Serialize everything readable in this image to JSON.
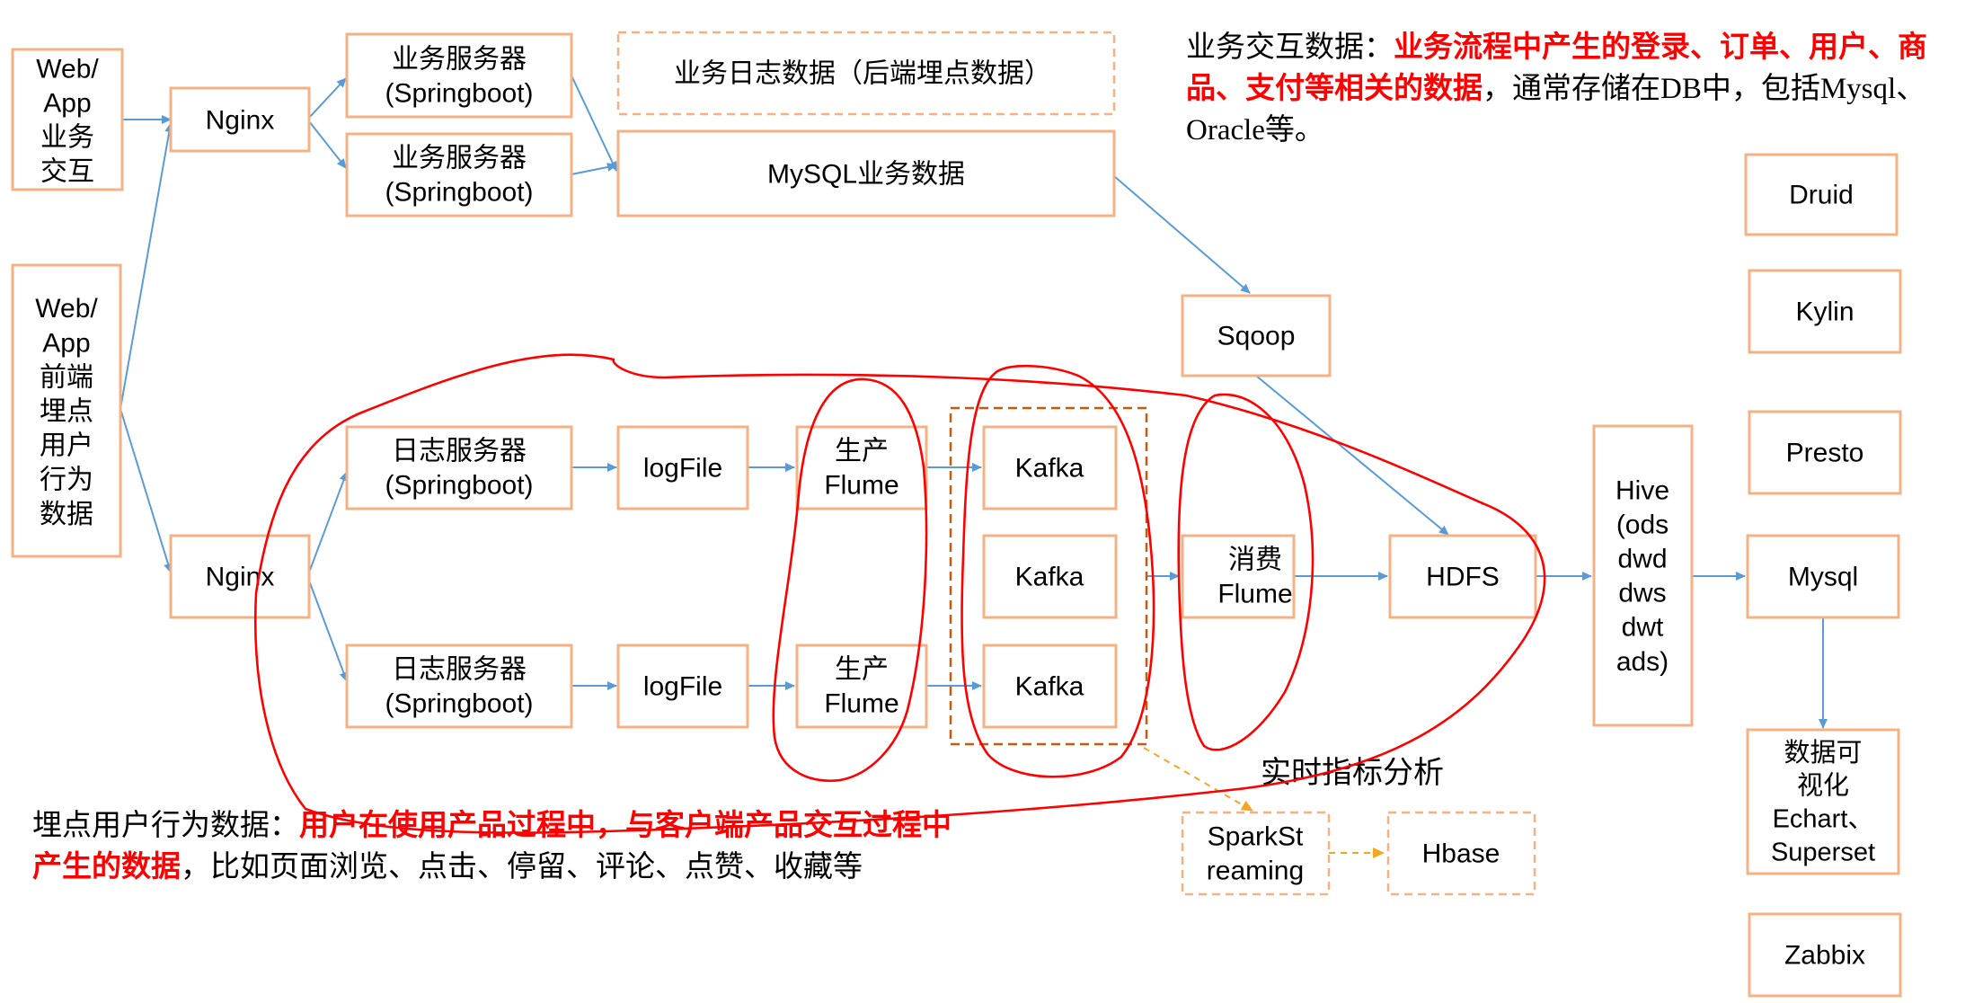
{
  "nodes": {
    "web_app_interaction": "Web/\nApp\n业务\n交互",
    "web_app_tracking": "Web/\nApp\n前端\n埋点\n用户\n行为\n数据",
    "nginx_top": "Nginx",
    "nginx_bottom": "Nginx",
    "biz_server_1": "业务服务器\n(Springboot)",
    "biz_server_2": "业务服务器\n(Springboot)",
    "biz_log_data": "业务日志数据（后端埋点数据）",
    "mysql_biz_data": "MySQL业务数据",
    "sqoop": "Sqoop",
    "log_server_1": "日志服务器\n(Springboot)",
    "log_server_2": "日志服务器\n(Springboot)",
    "logfile_1": "logFile",
    "logfile_2": "logFile",
    "producer_flume_1": "生产\nFlume",
    "producer_flume_2": "生产\nFlume",
    "kafka_1": "Kafka",
    "kafka_2": "Kafka",
    "kafka_3": "Kafka",
    "consumer_flume": "消费\nFlume",
    "hdfs": "HDFS",
    "hive": "Hive\n(ods\ndwd\ndws\ndwt\nads)",
    "mysql_result": "Mysql",
    "data_visualization": "数据可\n视化\nEchart、\nSuperset",
    "druid": "Druid",
    "kylin": "Kylin",
    "presto": "Presto",
    "zabbix": "Zabbix",
    "spark_streaming": "SparkSt\nreaming",
    "hbase": "Hbase"
  },
  "labels": {
    "realtime_metrics": "实时指标分析"
  },
  "notes": {
    "business_data": {
      "prefix": "业务交互数据：",
      "highlight": "业务流程中产生的登录、订单、用户、商品、支付等相关的数据",
      "suffix": "，通常存储在DB中，包括Mysql、Oracle等。"
    },
    "tracking_data": {
      "prefix": "埋点用户行为数据：",
      "highlight": "用户在使用产品过程中，与客户端产品交互过程中产生的数据",
      "suffix": "，比如页面浏览、点击、停留、评论、点赞、收藏等"
    }
  },
  "colors": {
    "box_border": "#f4b183",
    "kafka_group_border": "#c55a11",
    "arrow": "#5b9bd5",
    "dashed_arrow": "#f5a623",
    "annotation": "#ff0000",
    "highlight_text": "#ff0000"
  }
}
